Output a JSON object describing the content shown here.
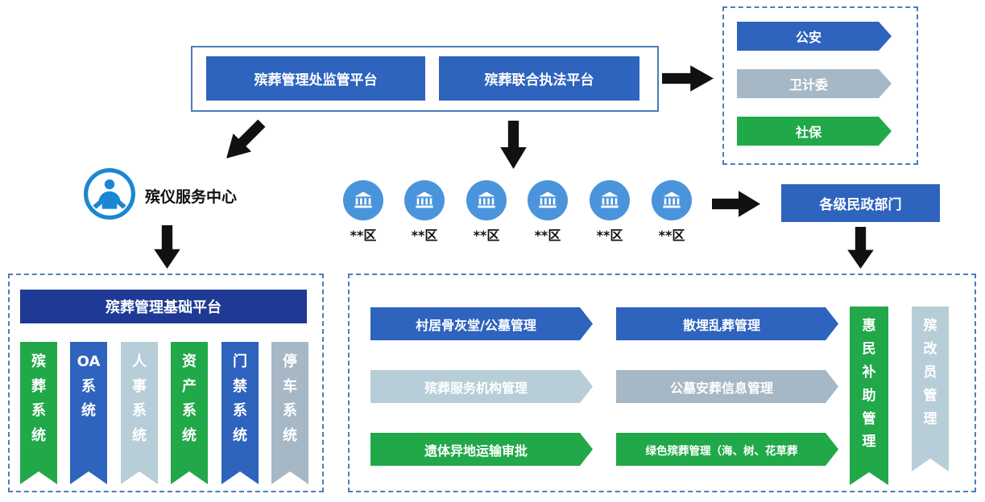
{
  "colors": {
    "blue": "#2e63be",
    "navy": "#1e3a94",
    "green": "#21a849",
    "gray_blue": "#a6b7c6",
    "light_blue_gray": "#b7ced8",
    "icon_blue": "#4a94dc",
    "border_blue": "#4a7ebb",
    "arrow_black": "#111111"
  },
  "top_platforms": {
    "items": [
      {
        "label": "殡葬管理处监管平台"
      },
      {
        "label": "殡葬联合执法平台"
      }
    ]
  },
  "gov_agencies": {
    "items": [
      {
        "label": "公安"
      },
      {
        "label": "卫计委"
      },
      {
        "label": "社保"
      }
    ]
  },
  "funeral_center": {
    "label": "殡仪服务中心"
  },
  "districts": {
    "items": [
      {
        "label": "**区"
      },
      {
        "label": "**区"
      },
      {
        "label": "**区"
      },
      {
        "label": "**区"
      },
      {
        "label": "**区"
      },
      {
        "label": "**区"
      }
    ]
  },
  "civil_affairs": {
    "label": "各级民政部门"
  },
  "base_platform": {
    "header": "殡葬管理基础平台",
    "systems": [
      {
        "label": "殡\n葬\n系\n统"
      },
      {
        "label": "OA\n系\n统"
      },
      {
        "label": "人\n事\n系\n统"
      },
      {
        "label": "资\n产\n系\n统"
      },
      {
        "label": "门\n禁\n系\n统"
      },
      {
        "label": "停\n车\n系\n统"
      }
    ]
  },
  "business_panel": {
    "left_banners": [
      {
        "label": "村居骨灰堂/公墓管理"
      },
      {
        "label": "殡葬服务机构管理"
      },
      {
        "label": "遗体异地运输审批"
      }
    ],
    "right_banners": [
      {
        "label": "散埋乱葬管理"
      },
      {
        "label": "公墓安葬信息管理"
      },
      {
        "label": "绿色殡葬管理（海、树、花草葬"
      }
    ],
    "ribbons": [
      {
        "label": "惠\n民\n补\n助\n管\n理"
      },
      {
        "label": "殡\n改\n员\n管\n理"
      }
    ]
  }
}
